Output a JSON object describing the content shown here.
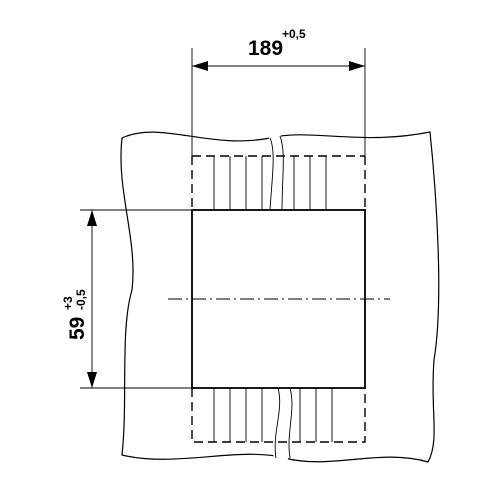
{
  "dimensions": {
    "width": {
      "value": "189",
      "tolerance": "+0,5"
    },
    "height": {
      "value": "59",
      "tolerance_upper": "+3",
      "tolerance_lower": "-0,5"
    }
  }
}
